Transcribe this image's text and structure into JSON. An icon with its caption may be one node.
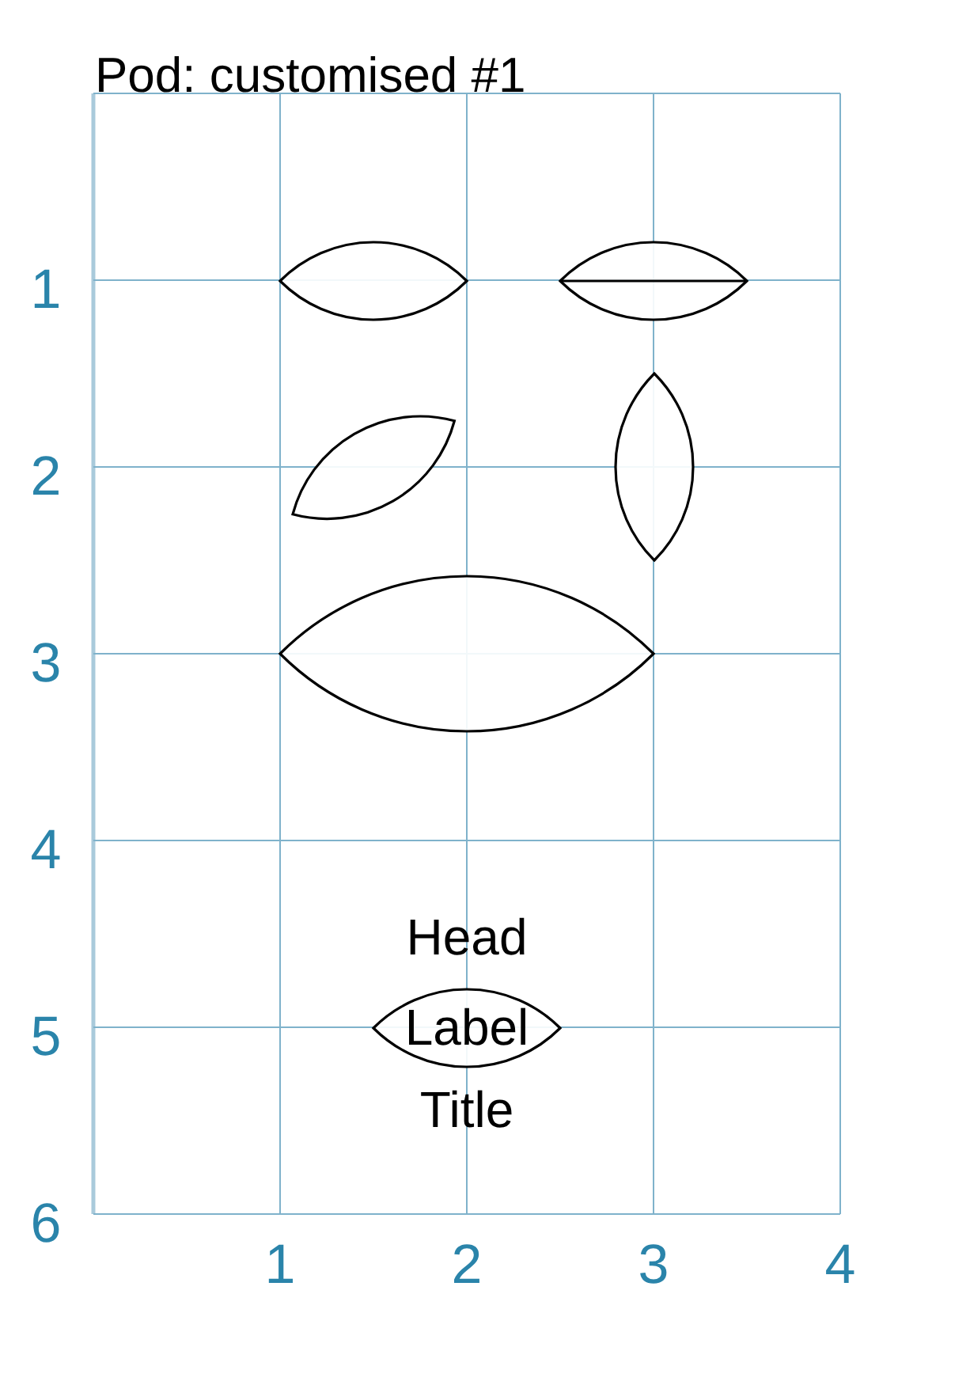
{
  "diagram": {
    "title": "Pod: customised #1",
    "nodes": [
      {
        "text": [],
        "shape": "lens"
      },
      {
        "text": [],
        "shape": "lens"
      },
      {
        "text": [],
        "shape": "lens"
      },
      {
        "text": [],
        "shape": "lens"
      },
      {
        "text": [],
        "shape": "lens"
      },
      {
        "text": [
          "Head",
          "Label"
        ],
        "beside": [
          "Title"
        ]
      }
    ],
    "labels": [
      "1",
      "2",
      "3",
      "4",
      "5",
      "6",
      "1",
      "2",
      "3",
      "4"
    ]
  }
}
